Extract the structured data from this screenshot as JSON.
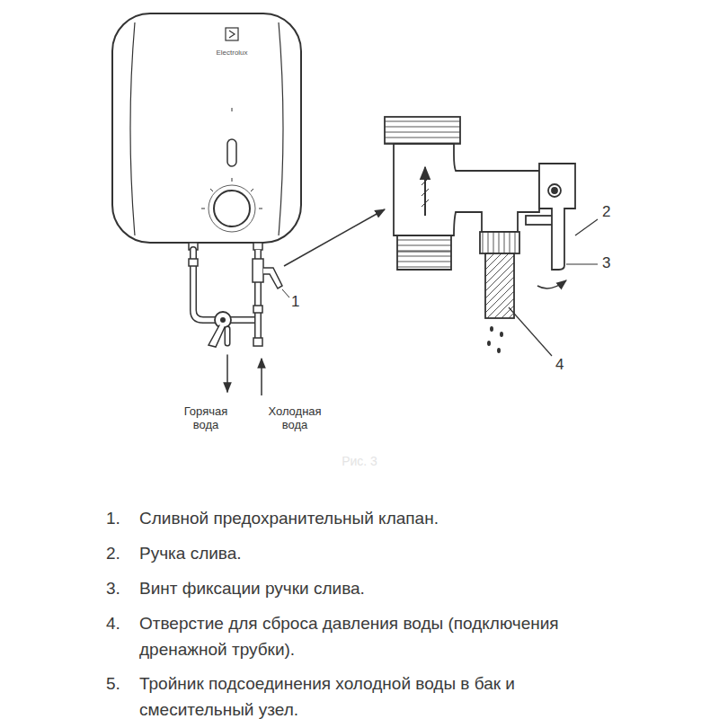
{
  "diagram": {
    "labels": [
      "Electrolux",
      "1",
      "2",
      "3",
      "4",
      "Горячая вода",
      "Холодная вода",
      "Рис. 3",
      "1.",
      "Сливной предохранительный клапан.",
      "2.",
      "Ручка слива.",
      "3.",
      "Винт фиксации ручки слива.",
      "4.",
      "Отверстие для сброса давления воды (подключения дренажной трубки).",
      "5.",
      "Тройник подсоединения холодной воды в бак и смесительный узел."
    ]
  }
}
